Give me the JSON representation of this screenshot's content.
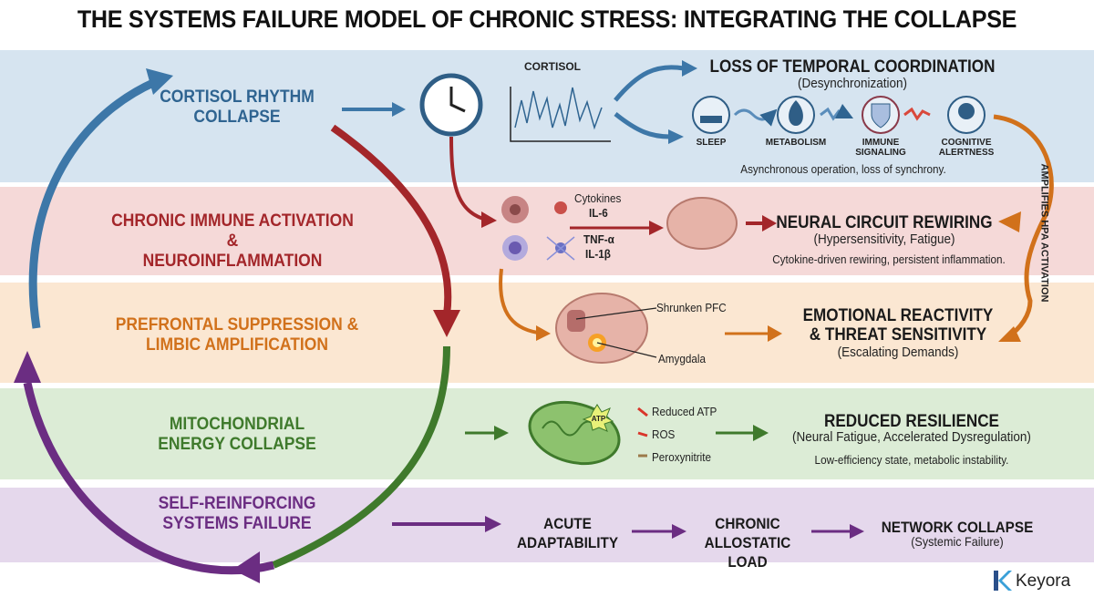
{
  "title": "THE SYSTEMS FAILURE MODEL OF CHRONIC STRESS: INTEGRATING THE COLLAPSE",
  "colors": {
    "blue_band": "#d6e4f0",
    "red_band": "#f5d9d8",
    "orange_band": "#fbe7d2",
    "green_band": "#dcecd6",
    "purple_band": "#e5d8ec",
    "blue": "#2f6491",
    "red": "#a3262a",
    "orange": "#d1711b",
    "green": "#3f7a2c",
    "purple": "#6b2d82"
  },
  "stages": [
    {
      "label": "CORTISOL RHYTHM\nCOLLAPSE"
    },
    {
      "label": "CHRONIC IMMUNE ACTIVATION &\nNEUROINFLAMMATION"
    },
    {
      "label": "PREFRONTAL SUPPRESSION &\nLIMBIC AMPLIFICATION"
    },
    {
      "label": "MITOCHONDRIAL\nENERGY COLLAPSE"
    },
    {
      "label": "SELF-REINFORCING\nSYSTEMS FAILURE"
    }
  ],
  "cortisol": {
    "chart_label": "CORTISOL",
    "heading": "LOSS OF TEMPORAL COORDINATION",
    "subheading": "(Desynchronization)",
    "systems": [
      {
        "label": "SLEEP",
        "icon": "bed-icon"
      },
      {
        "label": "METABOLISM",
        "icon": "flame-icon"
      },
      {
        "label": "IMMUNE\nSIGNALING",
        "icon": "shield-icon"
      },
      {
        "label": "COGNITIVE\nALERTNESS",
        "icon": "head-brain-icon"
      }
    ],
    "note": "Asynchronous operation, loss of synchrony."
  },
  "immune": {
    "cytokines": [
      "Cytokines",
      "IL-6",
      "TNF-α",
      "IL-1β"
    ],
    "heading": "NEURAL CIRCUIT REWIRING",
    "subheading": "(Hypersensitivity, Fatigue)",
    "note": "Cytokine-driven rewiring, persistent inflammation."
  },
  "feedback_label": "AMPLIFIES HPA ACTIVATION",
  "limbic": {
    "pfc_label": "Shrunken PFC",
    "amygdala_label": "Amygdala",
    "heading": "EMOTIONAL REACTIVITY\n& THREAT SENSITIVITY",
    "subheading": "(Escalating Demands)"
  },
  "mito": {
    "atp_label": "ATP",
    "outputs": [
      "Reduced ATP",
      "ROS",
      "Peroxynitrite"
    ],
    "heading": "REDUCED RESILIENCE",
    "subheading": "(Neural Fatigue, Accelerated Dysregulation)",
    "note": "Low-efficiency state, metabolic instability."
  },
  "systems_failure": {
    "steps": [
      {
        "label": "ACUTE\nADAPTABILITY"
      },
      {
        "label": "CHRONIC\nALLOSTATIC LOAD"
      },
      {
        "label": "NETWORK COLLAPSE",
        "sub": "(Systemic Failure)"
      }
    ]
  },
  "brand": "Keyora"
}
